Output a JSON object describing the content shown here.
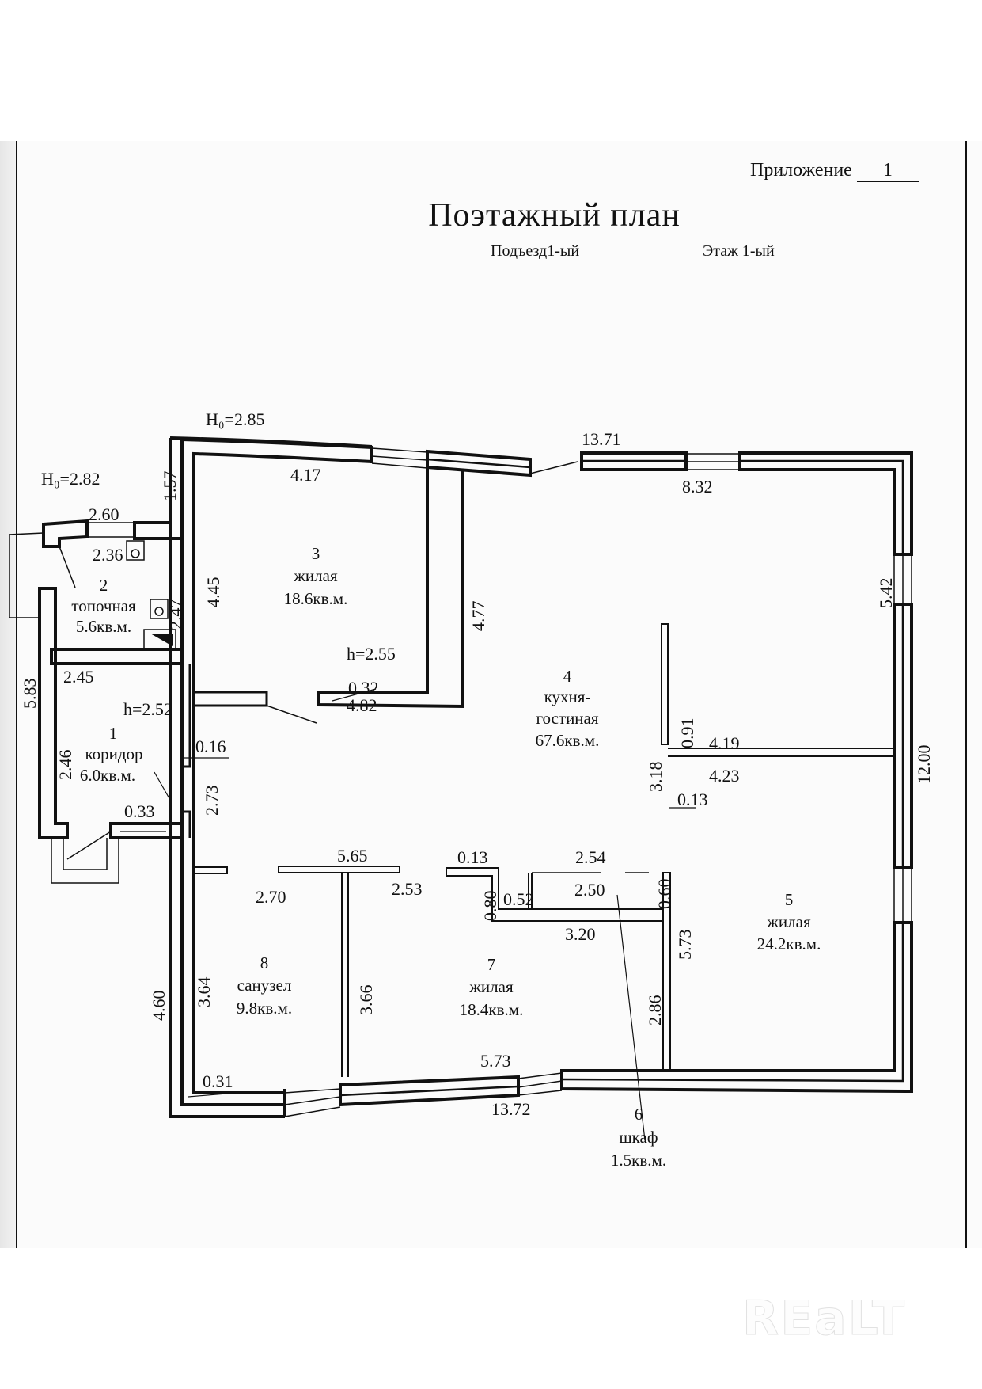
{
  "document": {
    "appendix_label": "Приложение",
    "appendix_number": "1",
    "title": "Поэтажный план",
    "entrance": "Подъезд1-ый",
    "floor": "Этаж 1-ый"
  },
  "heights": {
    "main_outer": "Н₀=2.85",
    "annex_outer": "Н₀=2.82",
    "room3_ceiling": "h=2.55",
    "corridor_ceiling": "h=2.52"
  },
  "rooms": [
    {
      "number": "1",
      "name": "коридор",
      "area": "6.0кв.м."
    },
    {
      "number": "2",
      "name": "топочная",
      "area": "5.6кв.м."
    },
    {
      "number": "3",
      "name": "жилая",
      "area": "18.6кв.м."
    },
    {
      "number": "4",
      "name": "кухня-",
      "name2": "гостиная",
      "area": "67.6кв.м."
    },
    {
      "number": "5",
      "name": "жилая",
      "area": "24.2кв.м."
    },
    {
      "number": "6",
      "name": "шкаф",
      "area": "1.5кв.м."
    },
    {
      "number": "7",
      "name": "жилая",
      "area": "18.4кв.м."
    },
    {
      "number": "8",
      "name": "санузел",
      "area": "9.8кв.м."
    }
  ],
  "dimensions": {
    "top_outer": "13.71",
    "top_inner_right": "8.32",
    "room3_top": "4.17",
    "room3_left": "4.45",
    "room3_right": "4.77",
    "room3_bottom": "4.82",
    "room3_door": "0.32",
    "annex_step": "1.57",
    "annex_outer_top": "2.60",
    "annex_inner_top": "2.36",
    "boiler_right": "2.47",
    "annex_left": "5.83",
    "corridor_top": "2.45",
    "corridor_left": "2.46",
    "corridor_wall": "0.16",
    "corridor_door": "0.33",
    "corridor_right": "2.73",
    "east_upper": "5.42",
    "east_total": "12.00",
    "partition_top": "4.19",
    "partition_bottom": "4.23",
    "partition_upper": "0.91",
    "partition_height": "3.18",
    "partition_thick": "0.13",
    "bath_top": "5.65",
    "bath_inner": "2.70",
    "bath_right_top": "2.53",
    "bath_left": "3.64",
    "bath_right": "3.66",
    "bath_wall": "0.31",
    "west_lower": "4.60",
    "closet_thick": "0.13",
    "closet_top": "2.54",
    "closet_inner": "2.50",
    "closet_left": "0.80",
    "closet_step": "0.52",
    "closet_right": "0.60",
    "closet_bottom": "3.20",
    "room5_left": "5.73",
    "room7_right": "2.86",
    "room7_bottom": "5.73",
    "bottom_outer": "13.72"
  },
  "watermark": "REaLT"
}
